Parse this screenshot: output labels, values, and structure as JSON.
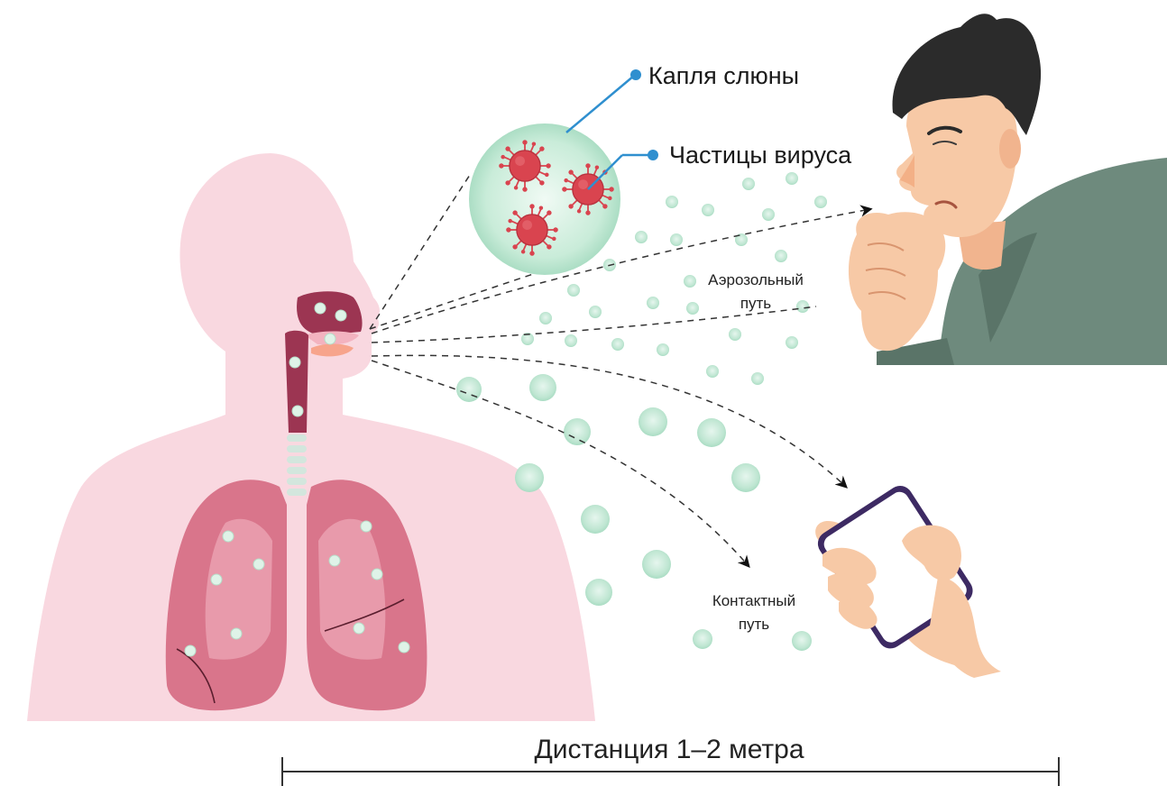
{
  "labels": {
    "saliva_drop": "Капля слюны",
    "virus_particles": "Частицы вируса",
    "aerosol_line1": "Аэрозольный",
    "aerosol_line2": "путь",
    "contact_line1": "Контактный",
    "contact_line2": "путь",
    "distance": "Дистанция 1–2 метра"
  },
  "colors": {
    "body": "#f9d8e0",
    "airway": "#9c3552",
    "lung": "#d9758b",
    "lung_inner": "#e89aab",
    "droplet": "#c7ead7",
    "droplet_edge": "#9fd4b7",
    "virus": "#d9444f",
    "callout": "#2f8fcf",
    "skin": "#f7c9a6",
    "hair": "#2b2b2b",
    "jacket": "#6e8a7d",
    "phone": "#3d2a63"
  },
  "icons": {
    "person": "person-coughing-icon",
    "phone": "phone-in-hand-icon",
    "virus": "virus-particle-icon"
  }
}
